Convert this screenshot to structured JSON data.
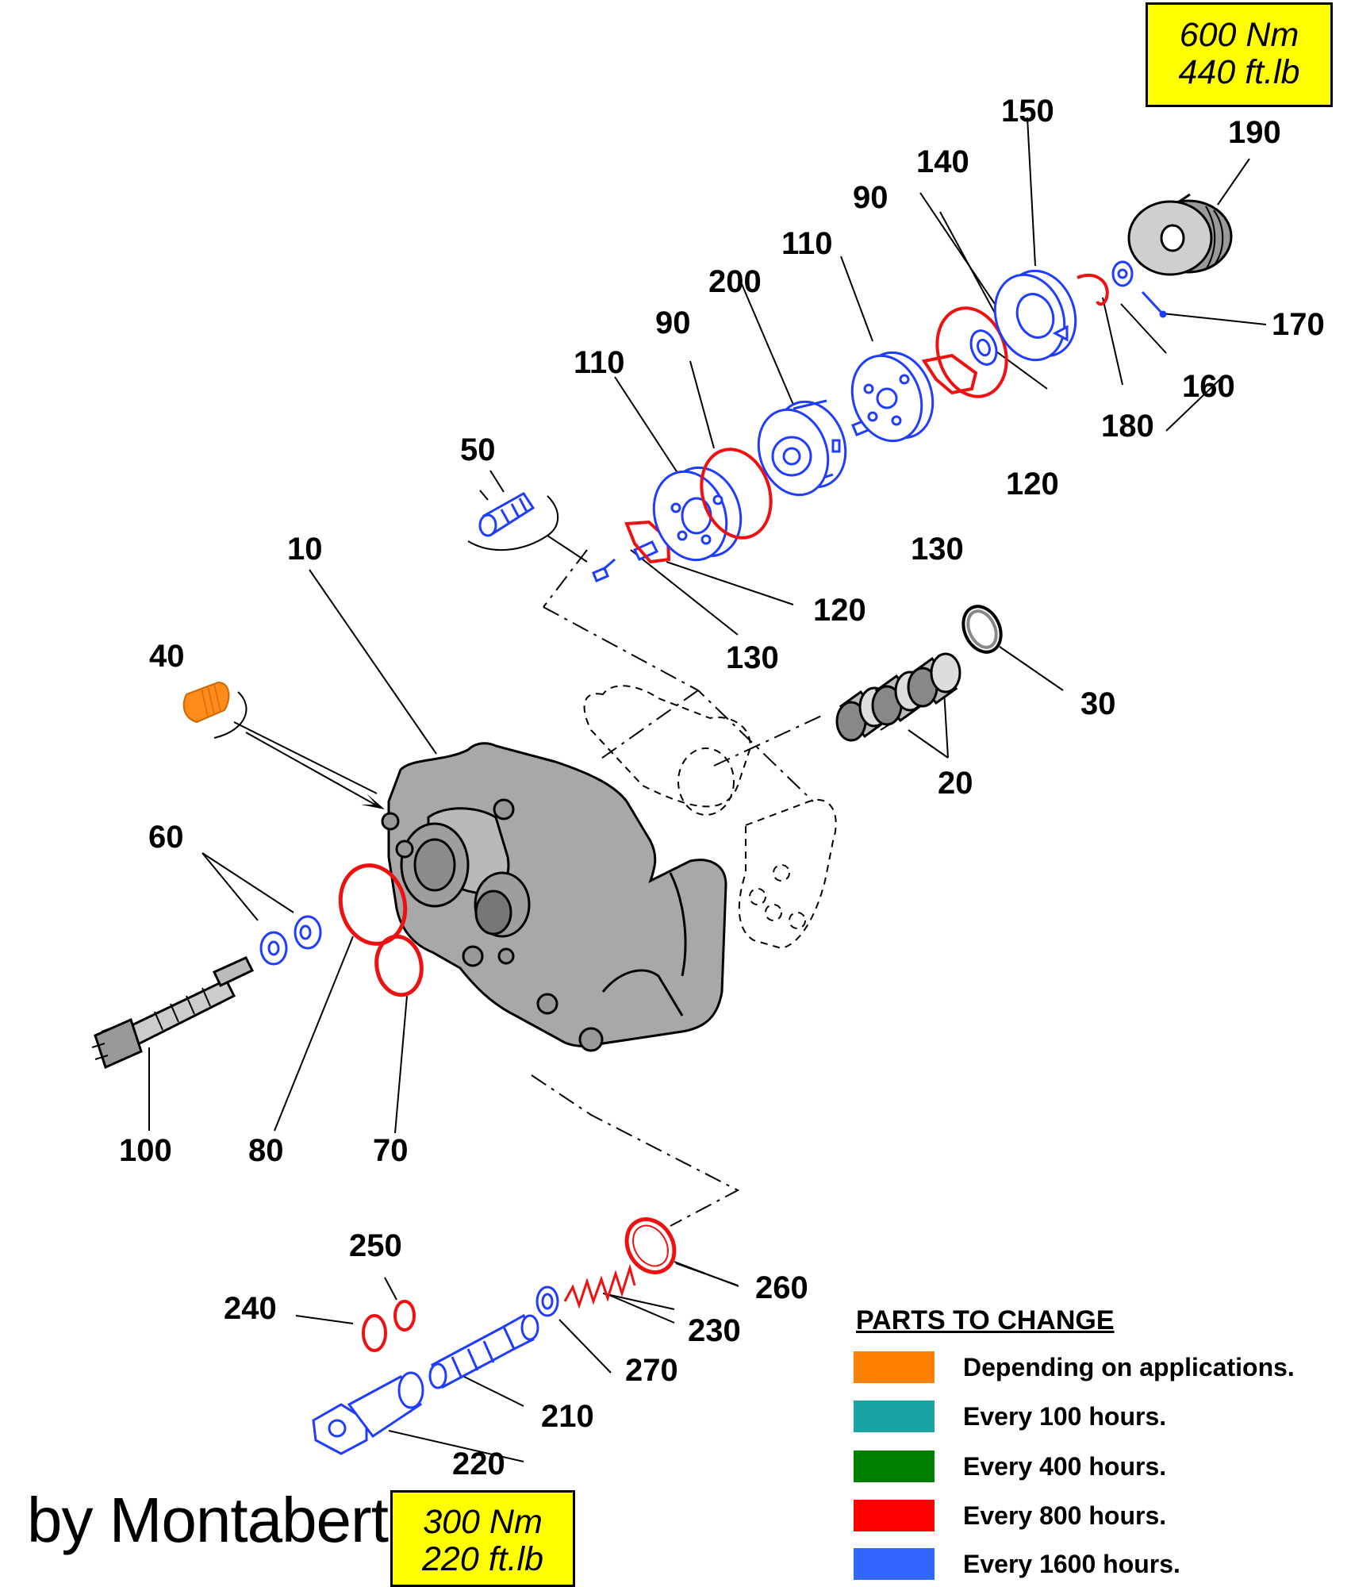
{
  "torque_top": {
    "line1": "600 Nm",
    "line2": "440 ft.lb"
  },
  "torque_bottom": {
    "line1": "300 Nm",
    "line2": "220 ft.lb"
  },
  "brand": "by Montabert",
  "legend": {
    "title": "PARTS TO CHANGE",
    "items": [
      {
        "color": "#ff8000",
        "label": "Depending on applications."
      },
      {
        "color": "#1aa3a3",
        "label": "Every 100 hours."
      },
      {
        "color": "#008000",
        "label": "Every 400 hours."
      },
      {
        "color": "#ff0000",
        "label": "Every 800 hours."
      },
      {
        "color": "#3366ff",
        "label": "Every 1600 hours."
      }
    ]
  },
  "part_labels": {
    "p10": "10",
    "p20": "20",
    "p30": "30",
    "p40": "40",
    "p50": "50",
    "p60": "60",
    "p70": "70",
    "p80": "80",
    "p90a": "90",
    "p90b": "90",
    "p100": "100",
    "p110a": "110",
    "p110b": "110",
    "p120a": "120",
    "p120b": "120",
    "p130a": "130",
    "p130b": "130",
    "p140": "140",
    "p150": "150",
    "p160": "160",
    "p170": "170",
    "p180": "180",
    "p190": "190",
    "p200": "200",
    "p210": "210",
    "p220": "220",
    "p230": "230",
    "p240": "240",
    "p250": "250",
    "p260": "260",
    "p270": "270"
  },
  "colors": {
    "blue": "#1f3cff",
    "red": "#ee1111",
    "orange": "#ff8c1a",
    "body": "#a8a8a8"
  }
}
